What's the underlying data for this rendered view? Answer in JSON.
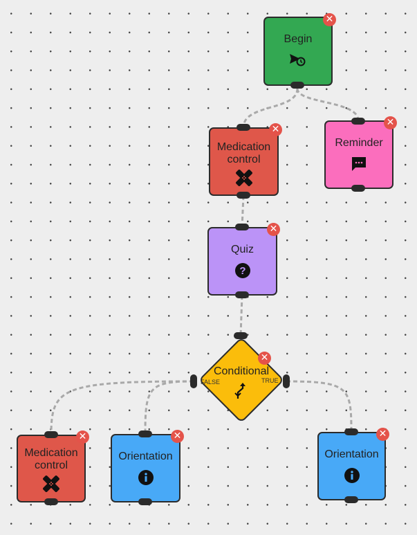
{
  "nodes": {
    "begin": {
      "label": "Begin",
      "icon": "clock-send-icon",
      "color": "#33a852"
    },
    "medication_top": {
      "label": "Medication control",
      "icon": "bandage-icon",
      "color": "#df574a"
    },
    "reminder": {
      "label": "Reminder",
      "icon": "chat-bubble-icon",
      "color": "#fb6ebd"
    },
    "quiz": {
      "label": "Quiz",
      "icon": "question-circle-icon",
      "color": "#bb93f7"
    },
    "conditional": {
      "label": "Conditional",
      "false_label": "FALSE",
      "true_label": "TRUE",
      "icon": "branch-arrow-icon",
      "color": "#fbbd0b"
    },
    "medication_bottom": {
      "label": "Medication control",
      "icon": "bandage-icon",
      "color": "#df574a"
    },
    "orientation_left": {
      "label": "Orientation",
      "icon": "info-circle-icon",
      "color": "#48a9f7"
    },
    "orientation_right": {
      "label": "Orientation",
      "icon": "info-circle-icon",
      "color": "#48a9f7"
    }
  },
  "delete_symbol": "✕",
  "edges": [
    [
      "begin",
      "medication_top"
    ],
    [
      "begin",
      "reminder"
    ],
    [
      "medication_top",
      "quiz"
    ],
    [
      "quiz",
      "conditional"
    ],
    [
      "conditional.false",
      "medication_bottom"
    ],
    [
      "conditional.false",
      "orientation_left"
    ],
    [
      "conditional.true",
      "orientation_right"
    ]
  ]
}
